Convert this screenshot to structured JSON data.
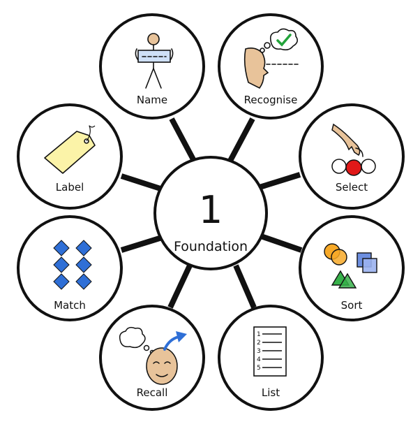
{
  "center": {
    "number": "1",
    "label": "Foundation"
  },
  "nodes": [
    {
      "id": "name",
      "label": "Name",
      "icon": "person-with-name-card-icon"
    },
    {
      "id": "recognise",
      "label": "Recognise",
      "icon": "head-with-tick-thought-icon"
    },
    {
      "id": "select",
      "label": "Select",
      "icon": "hand-picking-ball-icon"
    },
    {
      "id": "sort",
      "label": "Sort",
      "icon": "sorted-shapes-icon"
    },
    {
      "id": "list",
      "label": "List",
      "icon": "numbered-list-icon"
    },
    {
      "id": "recall",
      "label": "Recall",
      "icon": "head-with-thought-bubble-icon"
    },
    {
      "id": "match",
      "label": "Match",
      "icon": "matching-diamonds-icon"
    },
    {
      "id": "label",
      "label": "Label",
      "icon": "tag-icon"
    }
  ],
  "list_numbers": [
    "1",
    "2",
    "3",
    "4",
    "5"
  ],
  "colors": {
    "outline": "#111111",
    "background": "#ffffff",
    "accent_blue": "#2f6fd6",
    "accent_green": "#22a33a",
    "accent_red": "#e01818",
    "tag_yellow": "#fbf3a8",
    "skin": "#e8c39a",
    "orange": "#f7a928"
  }
}
